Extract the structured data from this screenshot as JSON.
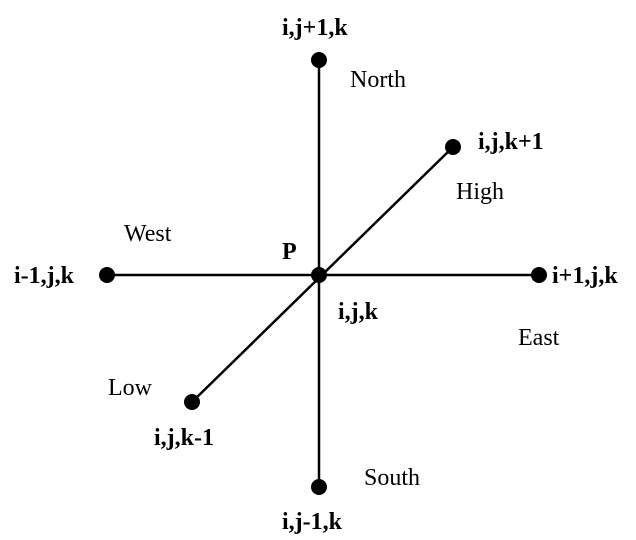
{
  "diagram": {
    "colors": {
      "line": "#000000",
      "node": "#000000",
      "text": "#000000"
    },
    "center": {
      "name": "P",
      "index": "i,j,k"
    },
    "nodes": {
      "north": {
        "direction": "North",
        "index": "i,j+1,k"
      },
      "south": {
        "direction": "South",
        "index": "i,j-1,k"
      },
      "east": {
        "direction": "East",
        "index": "i+1,j,k"
      },
      "west": {
        "direction": "West",
        "index": "i-1,j,k"
      },
      "high": {
        "direction": "High",
        "index": "i,j,k+1"
      },
      "low": {
        "direction": "Low",
        "index": "i,j,k-1"
      }
    }
  }
}
